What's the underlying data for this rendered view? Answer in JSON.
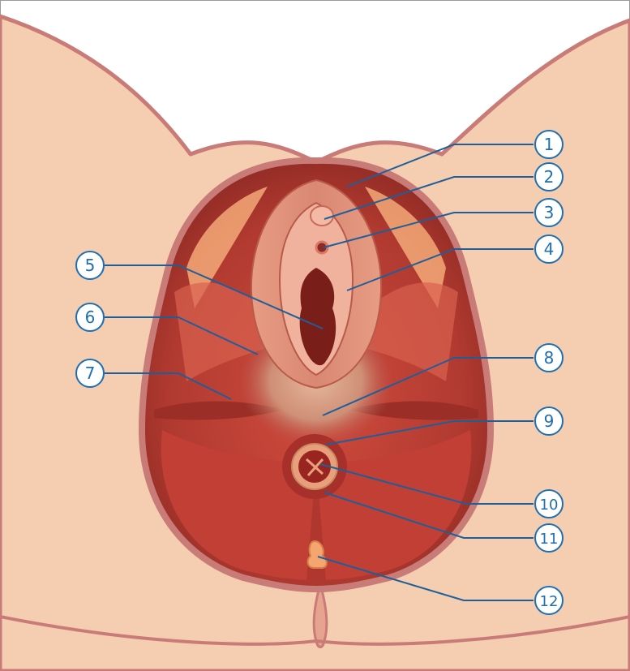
{
  "callouts": [
    {
      "number": "1"
    },
    {
      "number": "2"
    },
    {
      "number": "3"
    },
    {
      "number": "4"
    },
    {
      "number": "5"
    },
    {
      "number": "6"
    },
    {
      "number": "7"
    },
    {
      "number": "8"
    },
    {
      "number": "9"
    },
    {
      "number": "10"
    },
    {
      "number": "11"
    },
    {
      "number": "12"
    }
  ],
  "colors": {
    "skin": "#f5cdb0",
    "skin_outline": "#c97b78",
    "muscle_dark": "#8e2a25",
    "muscle_mid": "#c2453a",
    "muscle_light": "#df6a57",
    "fat": "#f4a978",
    "callout_blue": "#1f6fb0",
    "leader_line": "#1e5f9a"
  }
}
